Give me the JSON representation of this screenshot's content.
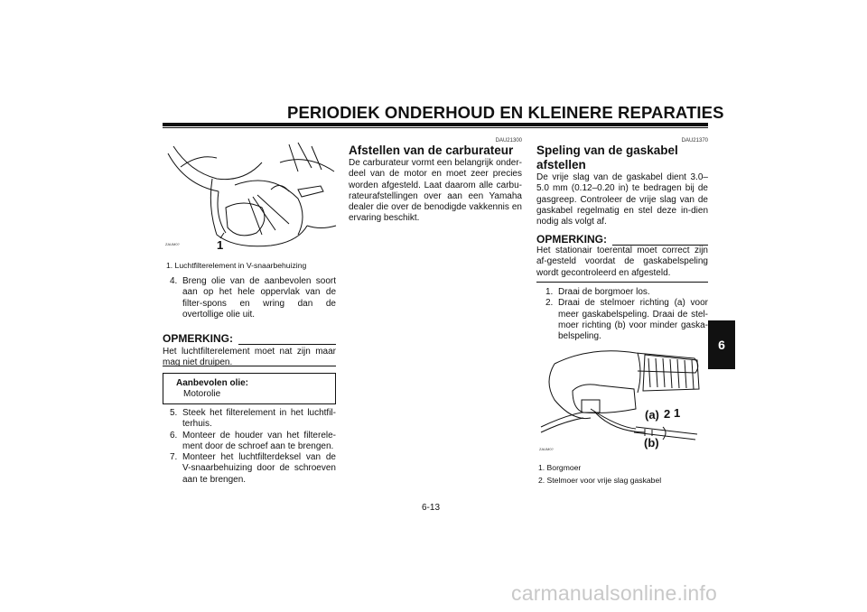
{
  "header": {
    "title": "PERIODIEK ONDERHOUD EN KLEINERE REPARATIES"
  },
  "chapter_tab": "6",
  "page_number": "6-13",
  "left_column": {
    "figure": {
      "code": "ZAUM0?",
      "callout": "1"
    },
    "caption": "1. Luchtfilterelement in V-snaarbehuizing",
    "step4": {
      "num": "4.",
      "text": "Breng olie van de aanbevolen soort aan op het hele oppervlak van de filter-spons en wring dan de overtollige olie uit."
    },
    "note": {
      "title": "OPMERKING:",
      "text": "Het luchtfilterelement moet nat zijn maar mag niet druipen."
    },
    "oil_box": {
      "label": "Aanbevolen olie:",
      "value": "Motorolie"
    },
    "steps": [
      {
        "num": "5.",
        "text": "Steek het filterelement in het luchtfil-terhuis."
      },
      {
        "num": "6.",
        "text": "Monteer de houder van het filterele-ment door de schroef aan te brengen."
      },
      {
        "num": "7.",
        "text": "Monteer het luchtfilterdeksel van de V-snaarbehuizing door de schroeven aan te brengen."
      }
    ]
  },
  "middle_column": {
    "code": "DAU21300",
    "heading": "Afstellen van de carburateur",
    "text": "De carburateur vormt een belangrijk onder-deel van de motor en moet zeer precies worden afgesteld. Laat daarom alle carbu-rateurafstellingen over aan een Yamaha dealer die over de benodigde vakkennis en ervaring beschikt."
  },
  "right_column": {
    "code": "DAU21370",
    "heading_line1": "Speling van de gaskabel",
    "heading_line2": "afstellen",
    "text": "De vrije slag van de gaskabel dient 3.0–5.0 mm (0.12–0.20 in) te bedragen bij de gasgreep. Controleer de vrije slag van de gaskabel regelmatig en stel deze in-dien nodig als volgt af.",
    "note": {
      "title": "OPMERKING:",
      "text": "Het stationair toerental moet correct zijn af-gesteld voordat de gaskabelspeling wordt gecontroleerd en afgesteld."
    },
    "steps": [
      {
        "num": "1.",
        "text": "Draai de borgmoer los."
      },
      {
        "num": "2.",
        "text": "Draai de stelmoer richting (a) voor meer gaskabelspeling. Draai de stel-moer richting (b) voor minder gaska-belspeling."
      }
    ],
    "figure": {
      "code": "ZAUM0?",
      "label_a": "(a)",
      "label_2": "2",
      "label_1": "1",
      "label_b": "(b)"
    },
    "captions": [
      "1. Borgmoer",
      "2. Stelmoer voor vrije slag gaskabel"
    ]
  },
  "watermark": "carmanualsonline.info"
}
